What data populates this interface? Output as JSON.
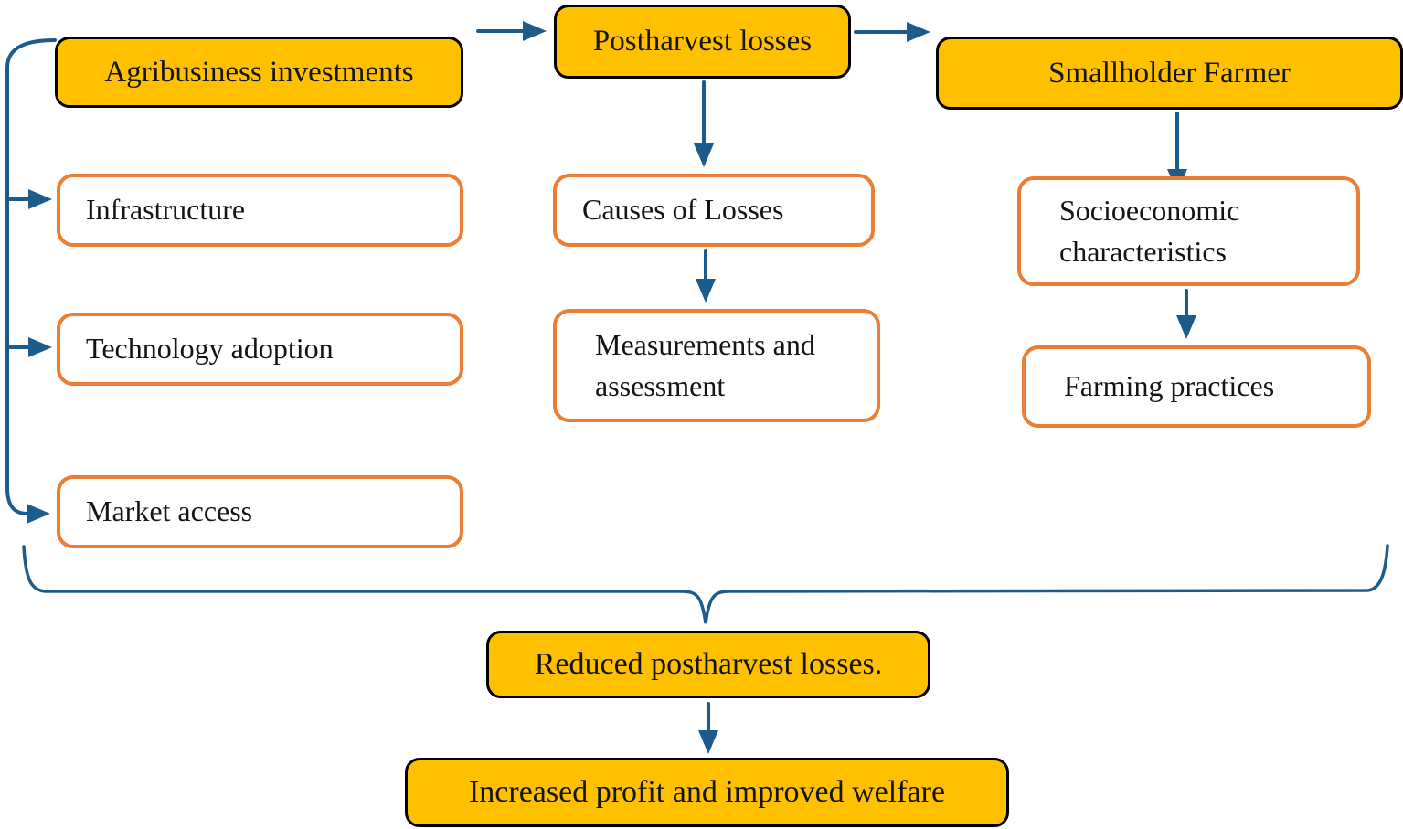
{
  "diagram": {
    "type": "flowchart",
    "description": "Conceptual framework linking agribusiness investments and smallholder farmers to reduced postharvest losses",
    "colors": {
      "gold_node_fill": "#FFC000",
      "gold_node_border": "#000000",
      "white_node_fill": "#FFFFFF",
      "white_node_border": "#ED7D31",
      "connector_blue": "#1D5B8C",
      "text": "#141414"
    },
    "nodes": {
      "agribusiness": {
        "label": "Agribusiness investments",
        "style": "gold"
      },
      "postharvest": {
        "label": "Postharvest losses",
        "style": "gold"
      },
      "smallholder": {
        "label": "Smallholder Farmer",
        "style": "gold"
      },
      "infrastructure": {
        "label": "Infrastructure",
        "style": "white"
      },
      "technology": {
        "label": "Technology adoption",
        "style": "white"
      },
      "market": {
        "label": "Market access",
        "style": "white"
      },
      "causes": {
        "label": "Causes of Losses",
        "style": "white"
      },
      "measurements": {
        "label": "Measurements and assessment",
        "style": "white"
      },
      "socioeconomic": {
        "label": "Socioeconomic characteristics",
        "style": "white"
      },
      "farming": {
        "label": "Farming practices",
        "style": "white"
      },
      "reduced": {
        "label": "Reduced postharvest losses.",
        "style": "gold"
      },
      "increased": {
        "label": "Increased profit and improved welfare",
        "style": "gold"
      }
    },
    "edges": [
      {
        "from": "agribusiness",
        "to": "postharvest",
        "kind": "arrow"
      },
      {
        "from": "postharvest",
        "to": "smallholder",
        "kind": "arrow"
      },
      {
        "from": "agribusiness",
        "to": "infrastructure",
        "kind": "arrow"
      },
      {
        "from": "agribusiness",
        "to": "technology",
        "kind": "arrow"
      },
      {
        "from": "agribusiness",
        "to": "market",
        "kind": "arrow"
      },
      {
        "from": "postharvest",
        "to": "causes",
        "kind": "arrow"
      },
      {
        "from": "causes",
        "to": "measurements",
        "kind": "arrow"
      },
      {
        "from": "smallholder",
        "to": "socioeconomic",
        "kind": "arrow"
      },
      {
        "from": "socioeconomic",
        "to": "farming",
        "kind": "arrow"
      },
      {
        "from": "all-columns",
        "to": "reduced",
        "kind": "brace"
      },
      {
        "from": "reduced",
        "to": "increased",
        "kind": "arrow"
      }
    ]
  }
}
